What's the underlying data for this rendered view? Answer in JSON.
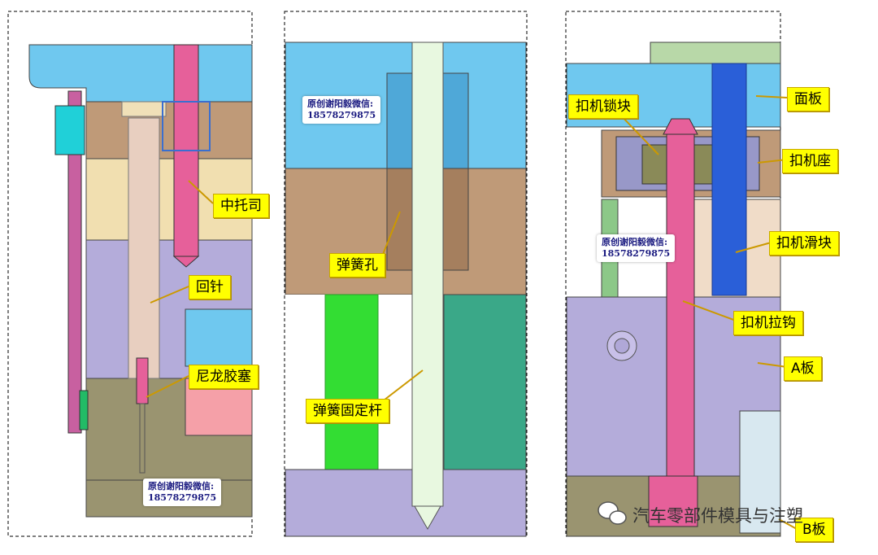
{
  "labels": {
    "zhong_tuo_si": "中托司",
    "hui_zhen": "回针",
    "ni_long_jiao_sai": "尼龙胶塞",
    "tan_huang_kong": "弹簧孔",
    "tan_huang_gu_ding_gan": "弹簧固定杆",
    "kou_ji_suo_kuai": "扣机锁块",
    "mian_ban": "面板",
    "kou_ji_zuo": "扣机座",
    "kou_ji_hua_kuai": "扣机滑块",
    "kou_ji_la_gou": "扣机拉钩",
    "a_ban": "A板",
    "b_ban": "B板"
  },
  "watermark": {
    "line1": "原创谢阳毅微信:",
    "line2": "18578279875"
  },
  "brand": "汽车零部件模具与注塑",
  "colors": {
    "plate_blue": "#6fc8ef",
    "plate_brown": "#bf9a78",
    "plate_beige": "#f1dfb0",
    "plate_purple": "#b4acda",
    "plate_olive": "#9a9470",
    "pin_pink": "#e6609a",
    "spring_green": "#33dd33",
    "slider_blue": "#2a5fd8",
    "label_yellow": "#ffff00"
  }
}
